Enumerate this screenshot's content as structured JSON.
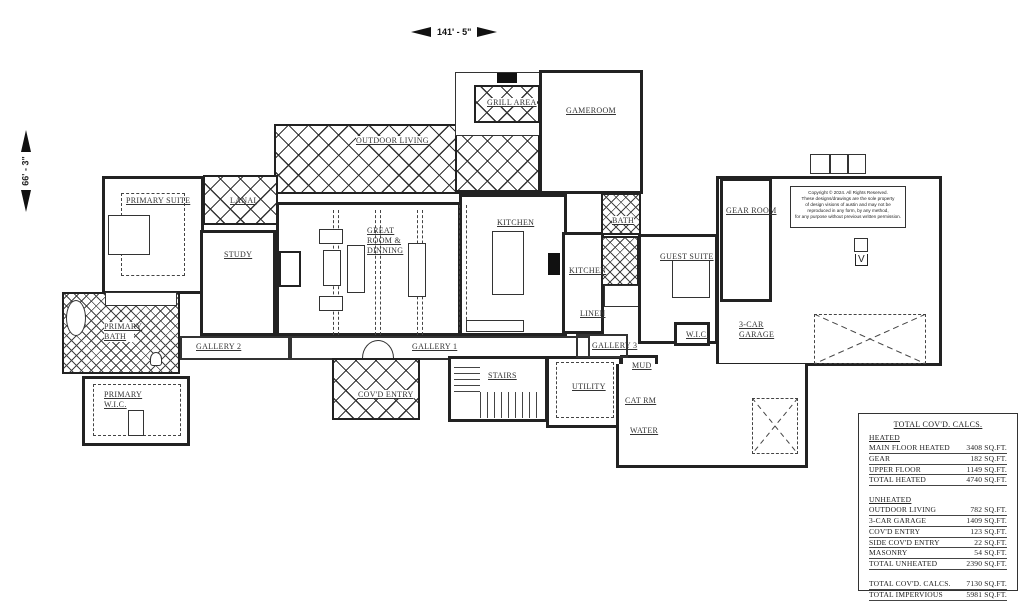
{
  "dimensions": {
    "width_label": "141' - 5\"",
    "depth_label": "66' - 3\""
  },
  "rooms": {
    "primary_suite": "PRIMARY SUITE",
    "lanai": "LANAI",
    "study": "STUDY",
    "primary_bath": "PRIMARY BATH",
    "gallery_2": "GALLERY 2",
    "primary_wic": "PRIMARY W.I.C.",
    "outdoor_living": "OUTDOOR LIVING",
    "grill_area": "GRILL AREA",
    "gameroom": "GAMEROOM",
    "great_room": "GREAT ROOM & DINNING",
    "kitchen": "KITCHEN",
    "gallery_1": "GALLERY 1",
    "covd_entry": "COV'D ENTRY",
    "stairs": "STAIRS",
    "kitchen_2": "KITCHEN",
    "bath": "BATH",
    "linen": "LINEN",
    "gallery_3": "GALLERY 3",
    "utility": "UTILITY",
    "mud": "MUD",
    "cat_rm": "CAT RM",
    "water": "WATER",
    "guest_suite": "GUEST SUITE",
    "wic": "W.I.C.",
    "gear_room": "GEAR ROOM",
    "garage": "3-CAR GARAGE"
  },
  "copyright": {
    "line1": "Copyright © 2024. All Rights Reserved.",
    "line2": "These designs/drawings are the sole property",
    "line3": "of design visions of austin and may not be",
    "line4": "reproduced in any form, by any method,",
    "line5": "for any purpose without previous written permission."
  },
  "calcs": {
    "title": "TOTAL COV'D. CALCS.",
    "heated_header": "HEATED",
    "heated": [
      {
        "label": "MAIN FLOOR HEATED",
        "value": "3408 SQ.FT."
      },
      {
        "label": "GEAR",
        "value": "182 SQ.FT."
      },
      {
        "label": "UPPER FLOOR",
        "value": "1149 SQ.FT."
      },
      {
        "label": "TOTAL HEATED",
        "value": "4740 SQ.FT."
      }
    ],
    "unheated_header": "UNHEATED",
    "unheated": [
      {
        "label": "OUTDOOR LIVING",
        "value": "782 SQ.FT."
      },
      {
        "label": "3-CAR GARAGE",
        "value": "1409 SQ.FT."
      },
      {
        "label": "COV'D ENTRY",
        "value": "123 SQ.FT."
      },
      {
        "label": "SIDE COV'D ENTRY",
        "value": "22 SQ.FT."
      },
      {
        "label": "MASONRY",
        "value": "54 SQ.FT."
      },
      {
        "label": "TOTAL UNHEATED",
        "value": "2390 SQ.FT."
      }
    ],
    "totals": [
      {
        "label": "TOTAL COV'D. CALCS.",
        "value": "7130 SQ.FT."
      },
      {
        "label": "TOTAL IMPERVIOUS",
        "value": "5981 SQ.FT."
      }
    ]
  },
  "markers": {
    "v_marker": "V"
  }
}
